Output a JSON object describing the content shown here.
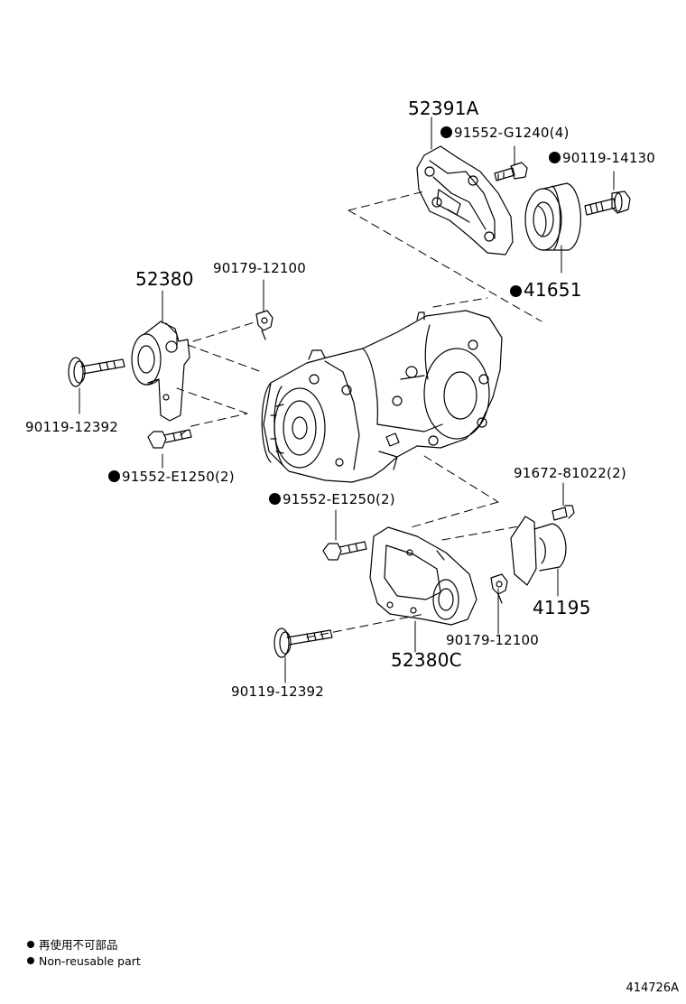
{
  "parts": {
    "p52391A": "52391A",
    "p91552_G1240": "91552-G1240(4)",
    "p90119_14130": "90119-14130",
    "p41651": "41651",
    "p52380": "52380",
    "p90179_12100_top": "90179-12100",
    "p90119_12392_left": "90119-12392",
    "p91552_E1250_left": "91552-E1250(2)",
    "p91552_E1250_mid": "91552-E1250(2)",
    "p91672_81022": "91672-81022(2)",
    "p41195": "41195",
    "p90179_12100_bottom": "90179-12100",
    "p52380C": "52380C",
    "p90119_12392_bottom": "90119-12392"
  },
  "legend": {
    "japanese": "再使用不可部品",
    "english": "Non-reusable part"
  },
  "reference_code": "414726A"
}
